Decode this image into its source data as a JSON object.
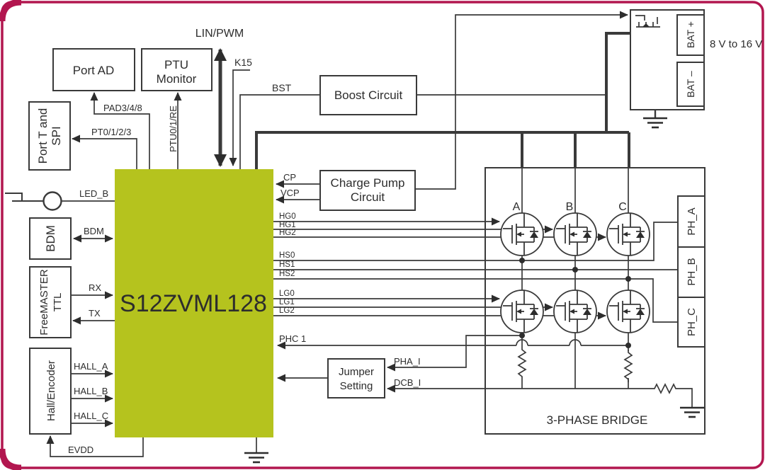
{
  "diagram": {
    "title": "S12ZVML128 motor-control block diagram",
    "colors": {
      "mcu_green": "#b5c31e",
      "frame_magenta": "#b2164f",
      "line": "#333333"
    },
    "mcu": {
      "label": "S12ZVML128"
    },
    "blocks": {
      "port_ad": "Port AD",
      "ptu_monitor_l1": "PTU",
      "ptu_monitor_l2": "Monitor",
      "port_t_spi_l1": "Port T and",
      "port_t_spi_l2": "SPI",
      "bdm": "BDM",
      "freemaster_l1": "FreeMASTER",
      "freemaster_l2": "TTL",
      "hall_encoder": "Hall/Encoder",
      "boost": "Boost Circuit",
      "charge_pump_l1": "Charge Pump",
      "charge_pump_l2": "Circuit",
      "jumper_l1": "Jumper",
      "jumper_l2": "Setting",
      "bridge": "3-PHASE BRIDGE",
      "ph_a": "PH_A",
      "ph_b": "PH_B",
      "ph_c": "PH_C",
      "bat_plus": "BAT +",
      "bat_minus": "BAT –",
      "bat_range": "8 V to 16 V"
    },
    "signals": {
      "lin_pwm": "LIN/PWM",
      "k15": "K15",
      "bst": "BST",
      "pad": "PAD3/4/8",
      "pt": "PT0/1/2/3",
      "ptu": "PTU0/1/RE",
      "led_b": "LED_B",
      "bdm": "BDM",
      "rx": "RX",
      "tx": "TX",
      "hall_a": "HALL_A",
      "hall_b": "HALL_B",
      "hall_c": "HALL_C",
      "evdd": "EVDD",
      "cp": "CP",
      "vcp": "VCP",
      "hg0": "HG0",
      "hg1": "HG1",
      "hg2": "HG2",
      "hs0": "HS0",
      "hs1": "HS1",
      "hs2": "HS2",
      "lg0": "LG0",
      "lg1": "LG1",
      "lg2": "LG2",
      "phc1": "PHC 1",
      "pha_i": "PHA_I",
      "dcb_i": "DCB_I"
    },
    "phases": {
      "a": "A",
      "b": "B",
      "c": "C"
    }
  }
}
